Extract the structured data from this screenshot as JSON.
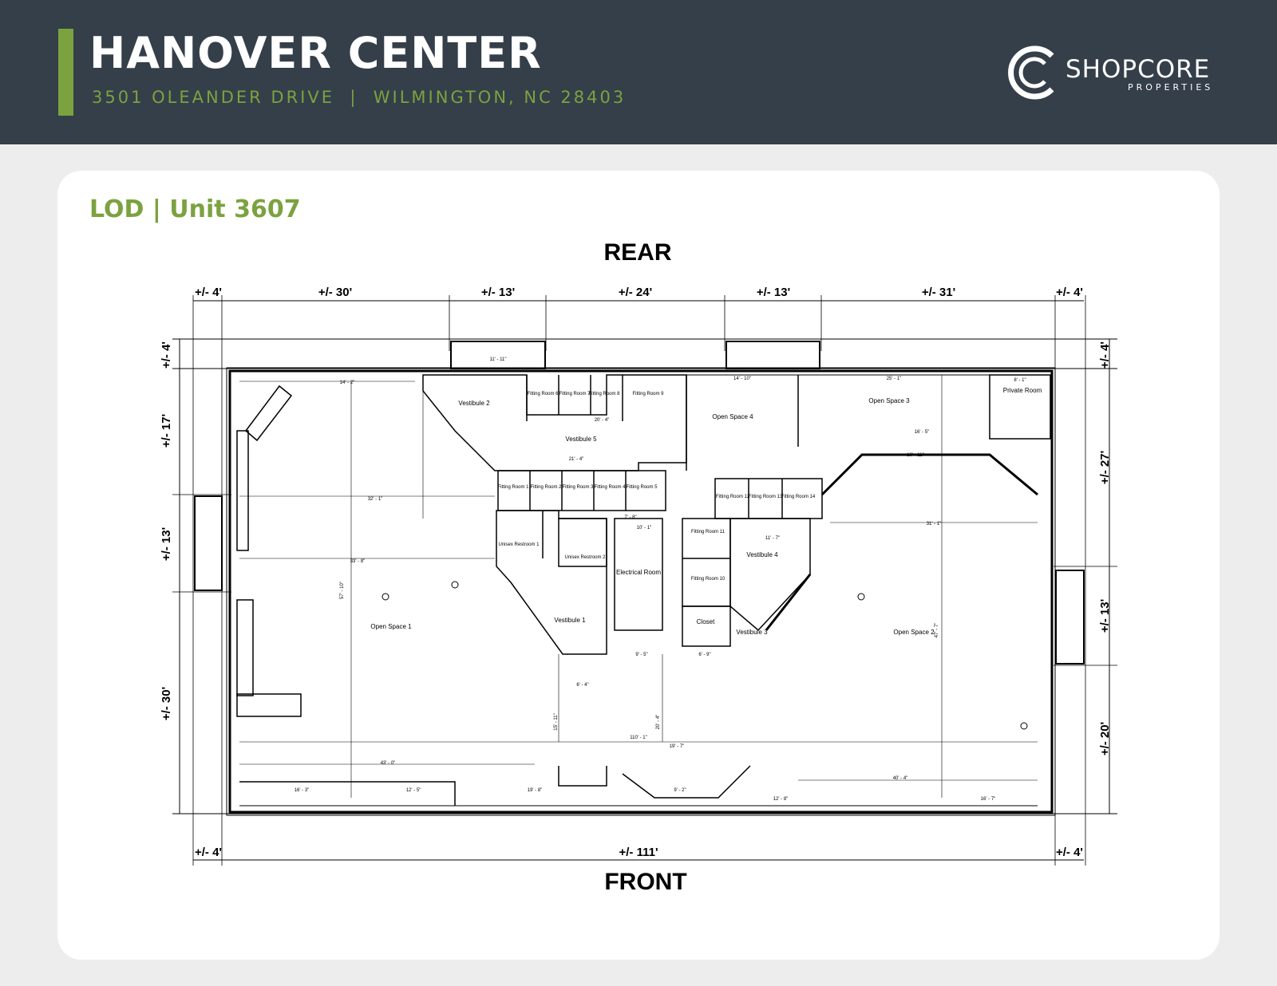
{
  "header": {
    "title": "HANOVER CENTER",
    "address": "3501 OLEANDER DRIVE  |  WILMINGTON, NC 28403",
    "logo_name": "SHOPCORE",
    "logo_sub": "PROPERTIES"
  },
  "card": {
    "title": "LOD | Unit 3607"
  },
  "plan": {
    "rear_label": "REAR",
    "front_label": "FRONT",
    "top_dims": [
      "+/- 4'",
      "+/- 30'",
      "+/- 13'",
      "+/- 24'",
      "+/- 13'",
      "+/- 31'",
      "+/- 4'"
    ],
    "bottom_dims": [
      "+/- 4'",
      "+/- 111'",
      "+/- 4'"
    ],
    "left_dims": [
      "+/- 4'",
      "+/- 17'",
      "+/- 13'",
      "+/- 30'"
    ],
    "right_dims": [
      "+/- 4'",
      "+/- 27'",
      "+/- 13'",
      "+/- 20'"
    ],
    "rooms": {
      "open_space_1": "Open Space 1",
      "open_space_2": "Open Space 2",
      "open_space_3": "Open Space 3",
      "open_space_4": "Open Space 4",
      "vestibule_1": "Vestibule 1",
      "vestibule_2": "Vestibule 2",
      "vestibule_3": "Vestibule 3",
      "vestibule_4": "Vestibule 4",
      "vestibule_5": "Vestibule 5",
      "private_room": "Private Room",
      "electrical_room": "Electrical Room",
      "closet": "Closet",
      "unisex_restroom_1": "Unisex Restroom 1",
      "unisex_restroom_2": "Unisex Restroom 2",
      "fitting_1": "Fitting Room 1",
      "fitting_2": "Fitting Room 2",
      "fitting_3": "Fitting Room 3",
      "fitting_4": "Fitting Room 4",
      "fitting_5": "Fitting Room 5",
      "fitting_6": "Fitting Room 6",
      "fitting_7": "Fitting Room 7",
      "fitting_8": "Fitting Room 8",
      "fitting_9": "Fitting Room 9",
      "fitting_10": "Fitting Room 10",
      "fitting_11": "Fitting Room 11",
      "fitting_12": "Fitting Room 12",
      "fitting_13": "Fitting Room 13",
      "fitting_14": "Fitting Room 14"
    },
    "inner_dims": {
      "d1": "14' - 2\"",
      "d2": "32' - 1\"",
      "d3": "33' - 8\"",
      "d4": "57' - 10\"",
      "d5": "43' - 0\"",
      "d6": "16' - 3\"",
      "d7": "12' - 5\"",
      "d8": "19' - 8\"",
      "d9": "110' - 1\"",
      "d10": "19' - 7\"",
      "d11": "9' - 2\"",
      "d12": "40' - 4\"",
      "d13": "12' - 8\"",
      "d14": "16' - 7\"",
      "d15": "31' - 1\"",
      "d16": "47' - 7\"",
      "d17": "25' - 1\"",
      "d18": "14' - 10\"",
      "d19": "20' - 4\"",
      "d20": "21' - 4\"",
      "d21": "11' - 11\"",
      "d22": "10' - 11\"",
      "d23": "16' - 5\"",
      "d24": "10' - 1\"",
      "d25": "9' - 5\"",
      "d26": "6' - 9\"",
      "d27": "6' - 4\"",
      "d28": "11' - 7\"",
      "d29": "8' - 1\"",
      "d30": "7' - 8\"",
      "d31": "15' - 11\"",
      "d32": "20' - 4\""
    }
  }
}
